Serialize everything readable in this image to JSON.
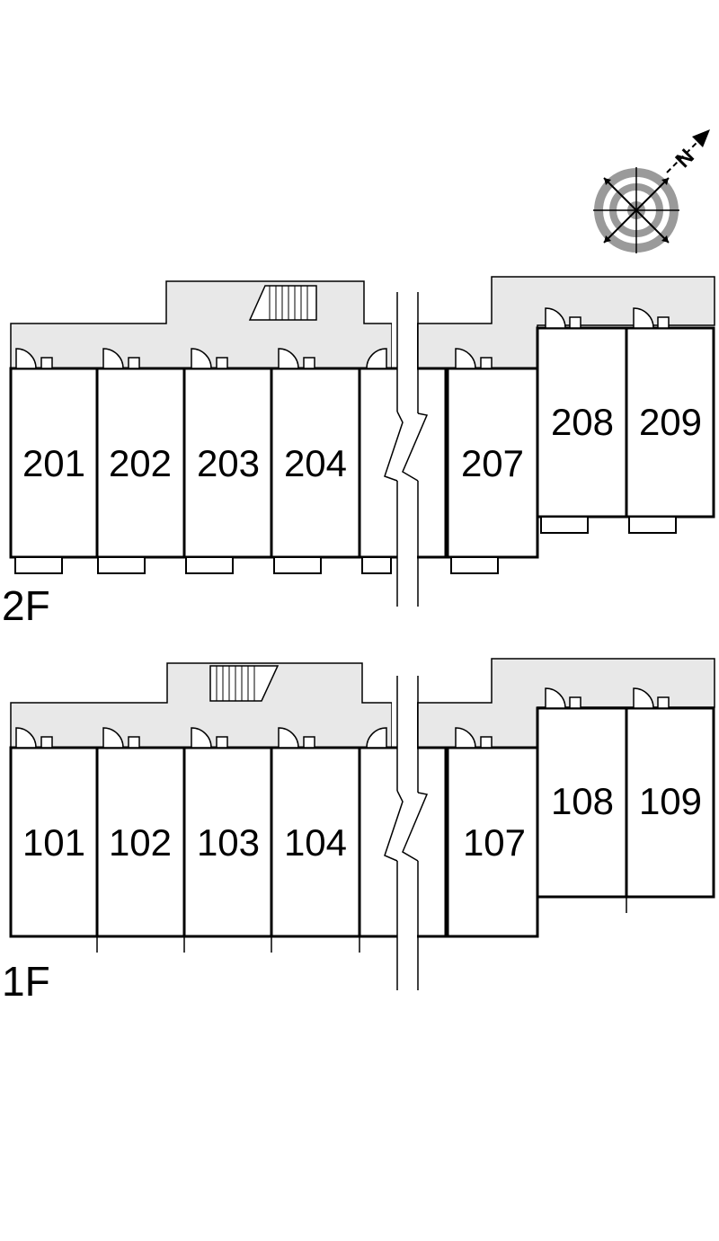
{
  "colors": {
    "corridor": "#e8e8e8",
    "wall": "#000000",
    "compass_ring": "#9a9a9a",
    "background": "#ffffff"
  },
  "compass": {
    "north_label": "N",
    "icon": "north-arrow-compass-icon"
  },
  "floors": [
    {
      "label": "2F",
      "units": [
        "201",
        "202",
        "203",
        "204",
        "",
        "207",
        "208",
        "209"
      ]
    },
    {
      "label": "1F",
      "units": [
        "101",
        "102",
        "103",
        "104",
        "",
        "107",
        "108",
        "109"
      ]
    }
  ]
}
